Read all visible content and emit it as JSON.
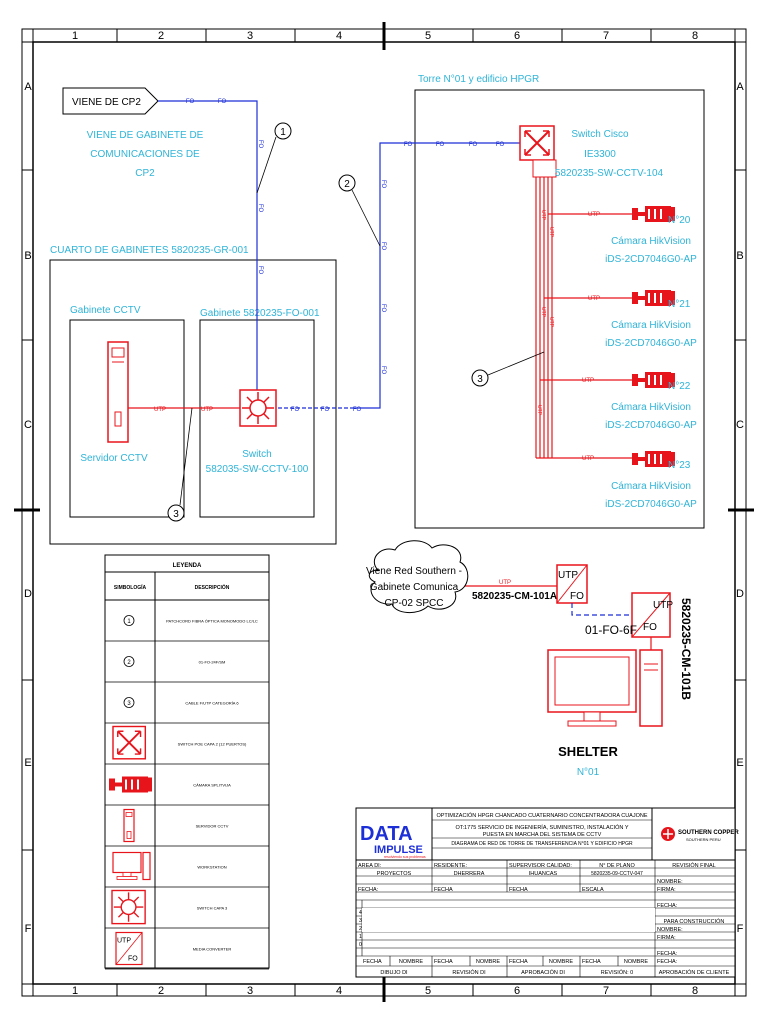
{
  "colors": {
    "red": "#e8141b",
    "blue": "#1d2fd6",
    "cyan": "#2fb4d8",
    "black": "#000000"
  },
  "border": {
    "columns": [
      "1",
      "2",
      "3",
      "4",
      "5",
      "6",
      "7",
      "8"
    ],
    "rows": [
      "A",
      "B",
      "C",
      "D",
      "E",
      "F"
    ]
  },
  "labels": {
    "viene_cp2_tag": "VIENE DE CP2",
    "viene_gabinete": [
      "VIENE DE GABINETE DE",
      "COMUNICACIONES DE",
      "CP2"
    ],
    "torre": "Torre N°01 y edificio HPGR",
    "cuarto": "CUARTO DE GABINETES 5820235-GR-001",
    "gabinete_cctv": "Gabinete CCTV",
    "gabinete_fo": "Gabinete 5820235-FO-001",
    "servidor": "Servidor CCTV",
    "switch_l3": [
      "Switch",
      "582035-SW-CCTV-100"
    ],
    "switch_cisco": [
      "Switch Cisco",
      "IE3300",
      "5820235-SW-CCTV-104"
    ],
    "viene_red": [
      "Viene Red Southern -",
      "Gabinete Comunica",
      "CP-02 SPCC"
    ],
    "cm101a": "5820235-CM-101A",
    "fiber_6f": "01-FO-6F",
    "cm101b": "5820235-CM-101B",
    "shelter": "SHELTER",
    "shelter_no": "N°01",
    "fo": "FO",
    "utp": "UTP"
  },
  "cameras": [
    {
      "num": "N°20",
      "model": [
        "Cámara HikVision",
        "iDS-2CD7046G0-AP"
      ]
    },
    {
      "num": "N°21",
      "model": [
        "Cámara HikVision",
        "iDS-2CD7046G0-AP"
      ]
    },
    {
      "num": "N°22",
      "model": [
        "Cámara HikVision",
        "iDS-2CD7046G0-AP"
      ]
    },
    {
      "num": "N°23",
      "model": [
        "Cámara HikVision",
        "iDS-2CD7046G0-AP"
      ]
    }
  ],
  "callouts": [
    "1",
    "2",
    "3"
  ],
  "legend": {
    "title": "LEYENDA",
    "col1": "SIMBOLOGÍA",
    "col2": "DESCRIPCIÓN",
    "rows": [
      {
        "symbol": "callout-1",
        "text": "PATCHCORD FIBRA ÓPTICA MONOMODO LC/LC"
      },
      {
        "symbol": "callout-2",
        "text": "01-FO-24F/SM"
      },
      {
        "symbol": "callout-3",
        "text": "CABLE F/UTP CATEGORÍA 6"
      },
      {
        "symbol": "switch-poe-icon",
        "text": "SWITCH POE CAPA 2 (12 PUERTOS)"
      },
      {
        "symbol": "camera-icon",
        "text": "CÁMARA SPLITVIJA"
      },
      {
        "symbol": "server-icon",
        "text": "SERVIDOR CCTV"
      },
      {
        "symbol": "workstation-icon",
        "text": "WORKSTATION"
      },
      {
        "symbol": "switch-l3-icon",
        "text": "SWITCH CAPA 3"
      },
      {
        "symbol": "media-converter-icon",
        "text": "MEDIA CONVERTER"
      }
    ]
  },
  "title_block": {
    "logo_word1": "DATA",
    "logo_word2": "IMPULSE",
    "logo_tagline": "resolviendo sus problemas",
    "project_line1": "OPTIMIZACIÓN HPGR CHANCADO CUATERNARIO CONCENTRADORA CUAJONE",
    "project_line2": "OT:1775 SERVICIO DE INGENIERÍA, SUMINISTRO, INSTALACIÓN Y",
    "project_line3": "PUESTA EN MARCHA DEL SISTEMA DE CCTV",
    "project_line4": "DIAGRAMA DE RED DE TORRE DE TRANSFERENCIA N°01 Y EDIFICIO HPGR",
    "client_name": "SOUTHERN COPPER",
    "client_sub": "SOUTHERN PERU",
    "revision_final": "REVISIÓN FINAL",
    "hdr_area": "AREA DI:",
    "hdr_residente": "RESIDENTE:",
    "hdr_supervisor": "SUPERVISOR CALIDAD:",
    "hdr_plano": "N° DE PLANO",
    "val_area": "PROYECTOS",
    "val_residente": "DHERRERA",
    "val_supervisor": "IHUANCAS",
    "val_plano": "5820235-09-CCTV-047",
    "fecha": "FECHA:",
    "fecha_plain": "FECHA",
    "escala": "ESCALA",
    "nombre_colon": "NOMBRE:",
    "firma": "FIRMA:",
    "para_construccion": "PARA CONSTRUCCIÓN",
    "rev_numbers": [
      "4",
      "3",
      "2",
      "1",
      "0"
    ],
    "bottom_fecha": "FECHA",
    "bottom_nombre": "NOMBRE",
    "dibujo": "DIBUJO DI",
    "revision_di": "REVISIÓN DI",
    "aprobacion_di": "APROBACIÓN DI",
    "revision_0": "REVISIÓN: 0",
    "aprobacion_cliente": "APROBACIÓN DE CLIENTE"
  }
}
